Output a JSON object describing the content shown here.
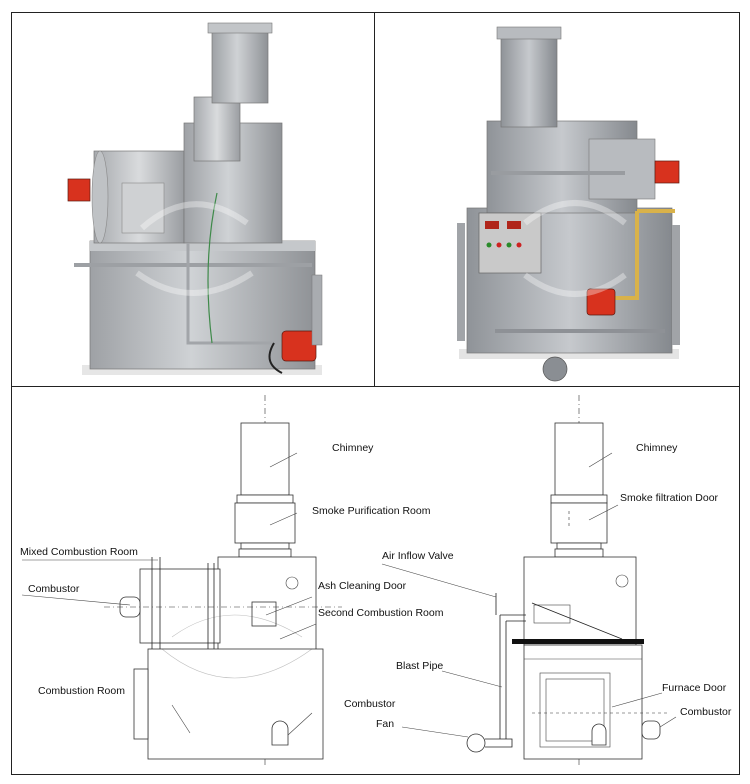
{
  "photos": {
    "left": {
      "icon": "incinerator-photo-front",
      "colors": {
        "body": "#b9bcc0",
        "burner": "#d8321e"
      }
    },
    "right": {
      "icon": "incinerator-photo-back",
      "colors": {
        "body": "#a9adb2",
        "burner": "#d8321e",
        "pipe": "#d9b24a",
        "panel": "#c9c9c9"
      }
    }
  },
  "drawing": {
    "left_view": {
      "labels": {
        "chimney": "Chimney",
        "smoke_purification_room": "Smoke Purification Room",
        "mixed_combustion_room": "Mixed Combustion Room",
        "combustor_top": "Combustor",
        "ash_cleaning_door": "Ash Cleaning Door",
        "second_combustion_room": "Second Combustion Room",
        "combustion_room": "Combustion Room",
        "combustor_bottom": "Combustor"
      }
    },
    "right_view": {
      "labels": {
        "chimney": "Chimney",
        "smoke_filtration_door": "Smoke filtration Door",
        "air_inflow_valve": "Air Inflow Valve",
        "blast_pipe": "Blast Pipe",
        "fan": "Fan",
        "furnace_door": "Furnace Door",
        "combustor": "Combustor"
      }
    }
  }
}
